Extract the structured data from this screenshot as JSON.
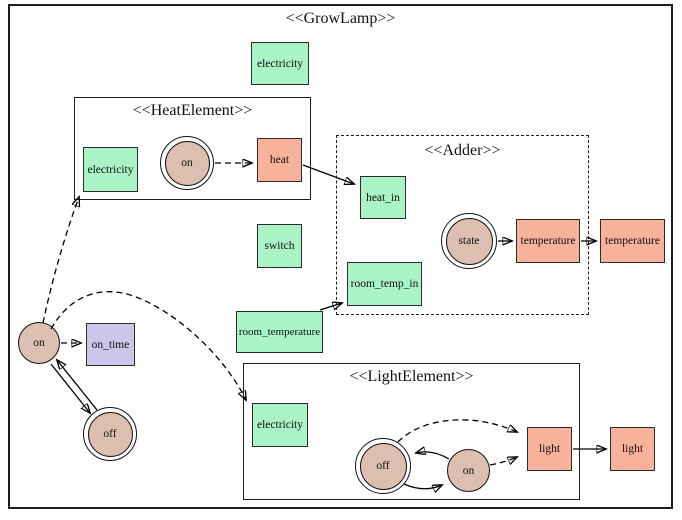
{
  "diagram": {
    "title": "<<GrowLamp>>",
    "components": {
      "heat_element": {
        "title": "<<HeatElement>>"
      },
      "adder": {
        "title": "<<Adder>>"
      },
      "light_element": {
        "title": "<<LightElement>>"
      }
    },
    "ports": {
      "growlamp_electricity": "electricity",
      "heatelement_electricity": "electricity",
      "lightelement_electricity": "electricity",
      "heat": "heat",
      "switch": "switch",
      "heat_in": "heat_in",
      "room_temp_in": "room_temp_in",
      "room_temperature": "room_temperature",
      "on_time": "on_time",
      "adder_temperature": "temperature",
      "growlamp_temperature": "temperature",
      "lightelement_light": "light",
      "growlamp_light": "light"
    },
    "states": {
      "heatelement_on": "on",
      "adder_state": "state",
      "growlamp_on": "on",
      "growlamp_off": "off",
      "lightelement_off": "off",
      "lightelement_on": "on"
    },
    "colors": {
      "port_green": "#a9f3c5",
      "port_salmon": "#f8b19a",
      "port_lavender": "#cbc7ea",
      "state_fill": "#dcbfb0",
      "line": "#000000",
      "background": "#ffffff"
    }
  }
}
